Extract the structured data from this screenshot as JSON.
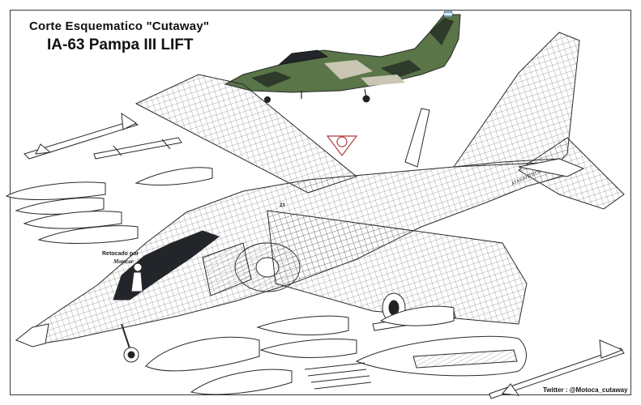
{
  "header": {
    "title_line1": "Corte Esquematico \"Cutaway\"",
    "title_line2": "IA-63 Pampa III LIFT"
  },
  "credit": {
    "line1": "Retocado por",
    "line2": "Motocar"
  },
  "footer": {
    "twitter": "Twitter : @Motoca_cutaway"
  },
  "aircraft": {
    "fuselage_number": "23",
    "tail_text": "ATARANTECA"
  },
  "colors": {
    "line": "#2a2a2a",
    "frame": "#2f3c46",
    "camo_green": "#5a7548",
    "camo_dark": "#2e3a2a",
    "camo_light": "#c9c7b4",
    "canopy": "#22262a",
    "emblem": "#b43a3a"
  }
}
